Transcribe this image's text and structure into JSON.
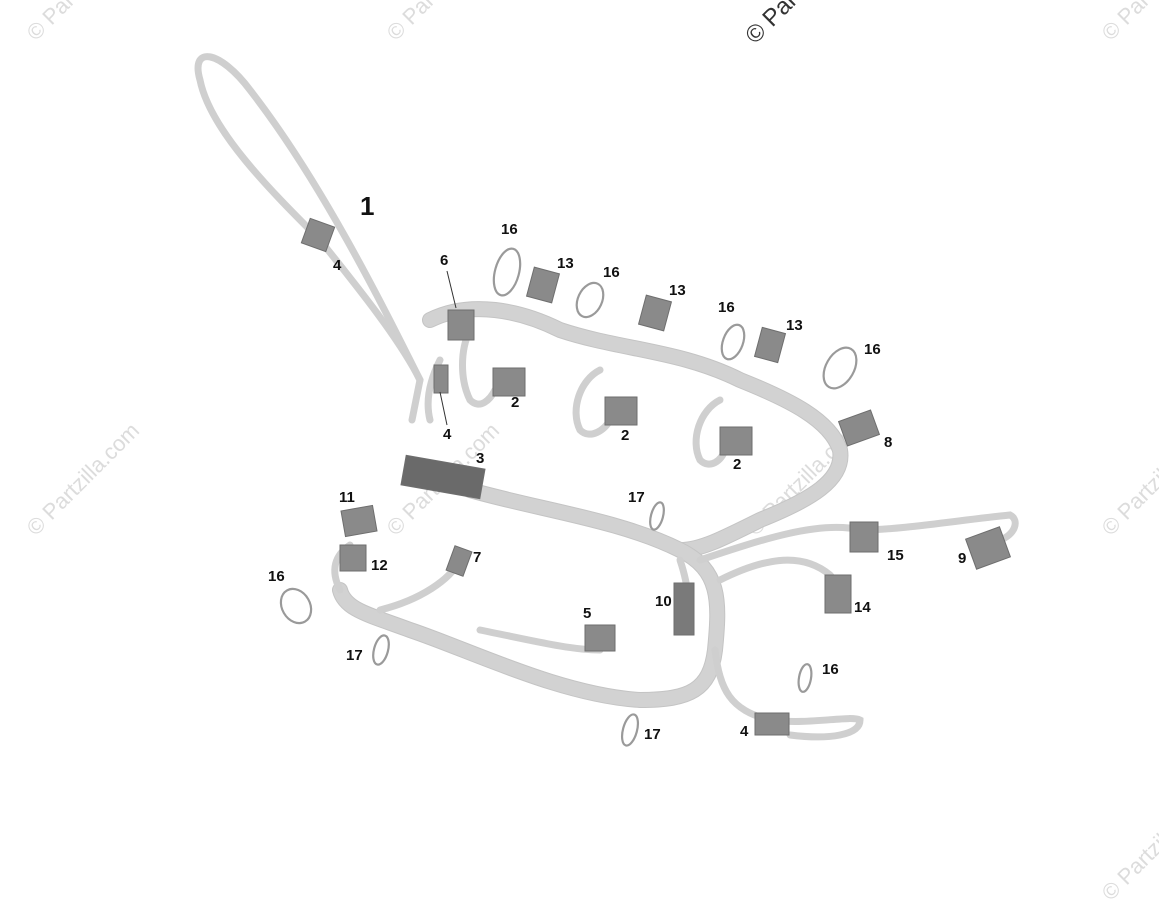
{
  "watermarks": [
    "© Partzilla.com",
    "© Partzilla.com",
    "© Partzilla.com",
    "© Partzilla.com",
    "© Partzilla.com",
    "© Partzilla.com",
    "© Partzilla.com",
    "© Partzilla.com",
    "© Partzilla.com"
  ],
  "callouts": {
    "c1": "1",
    "c2a": "2",
    "c2b": "2",
    "c2c": "2",
    "c3": "3",
    "c4a": "4",
    "c4b": "4",
    "c4c": "4",
    "c5": "5",
    "c6": "6",
    "c7": "7",
    "c8": "8",
    "c9": "9",
    "c10": "10",
    "c11": "11",
    "c12": "12",
    "c13a": "13",
    "c13b": "13",
    "c13c": "13",
    "c14": "14",
    "c15": "15",
    "c16a": "16",
    "c16b": "16",
    "c16c": "16",
    "c16d": "16",
    "c16e": "16",
    "c16f": "16",
    "c17a": "17",
    "c17b": "17",
    "c17c": "17"
  },
  "colors": {
    "background": "#ffffff",
    "harness": "#d2d2d2",
    "connector": "#8a8a8a",
    "watermark": "#dcdcdc"
  }
}
